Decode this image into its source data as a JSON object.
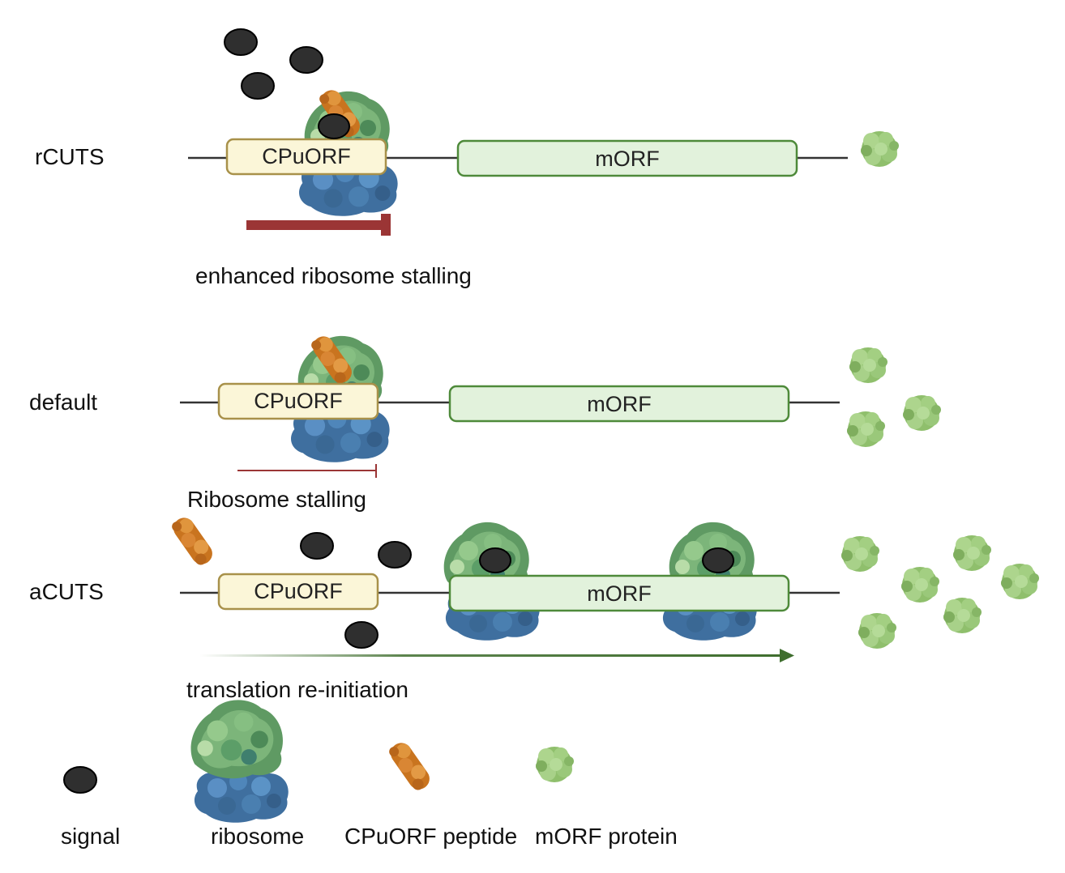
{
  "rows": {
    "rcuts": {
      "label": "rCUTS",
      "upstream_box": "CPuORF",
      "main_box": "mORF",
      "caption": "enhanced ribosome stalling"
    },
    "default": {
      "label": "default",
      "upstream_box": "CPuORF",
      "main_box": "mORF",
      "caption": "Ribosome stalling"
    },
    "acuts": {
      "label": "aCUTS",
      "upstream_box": "CPuORF",
      "main_box": "mORF",
      "caption": "translation re-initiation"
    }
  },
  "legend": {
    "signal": "signal",
    "ribosome": "ribosome",
    "peptide": "CPuORF peptide",
    "protein": "mORF protein"
  },
  "colors": {
    "signal": "#2f2f2f",
    "cpuorf_fill": "#fbf6d8",
    "cpuorf_stroke": "#a8914a",
    "morf_fill": "#e2f2dc",
    "morf_stroke": "#4e8a3a",
    "stall_bar": "#9b3535",
    "reinit_arrow": "#3f6e2e",
    "ribosome_large": "#6aa36a",
    "ribosome_small": "#4a7fb5",
    "peptide": "#cf7a2a",
    "protein": "#9bc77c"
  },
  "icons": {
    "signal": "signal-molecule-icon",
    "ribosome": "ribosome-icon",
    "peptide": "peptide-icon",
    "protein": "protein-icon"
  }
}
